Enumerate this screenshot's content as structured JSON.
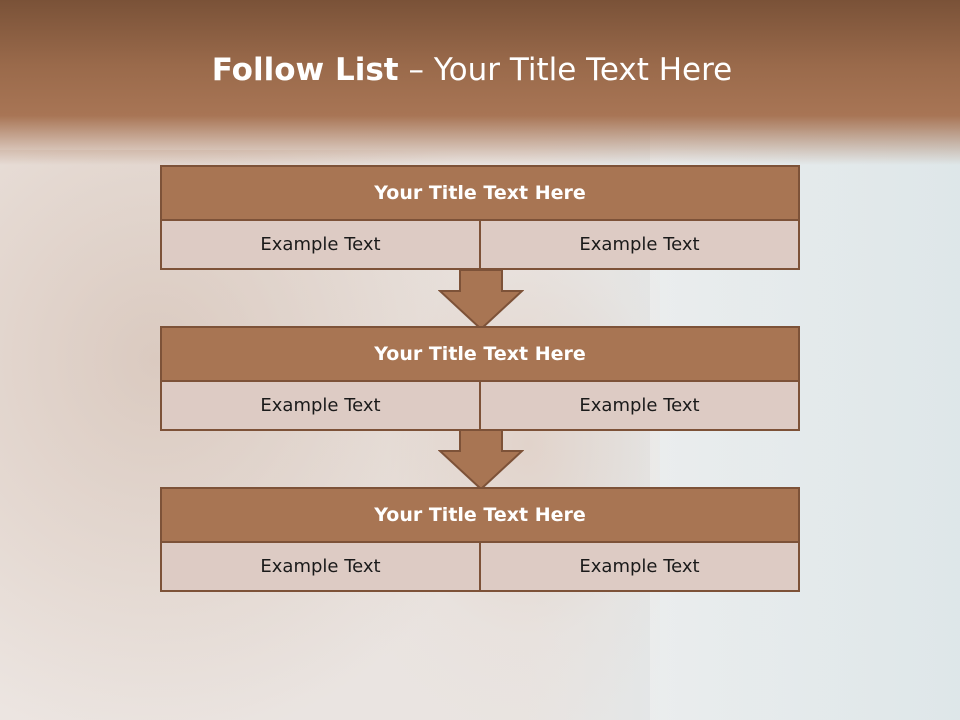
{
  "slide": {
    "title_bold": "Follow List",
    "title_rest": " – Your Title Text Here"
  },
  "blocks": [
    {
      "title": "Your Title Text Here",
      "left": "Example Text",
      "right": "Example Text"
    },
    {
      "title": "Your Title Text Here",
      "left": "Example Text",
      "right": "Example Text"
    },
    {
      "title": "Your Title Text Here",
      "left": "Example Text",
      "right": "Example Text"
    }
  ],
  "icons": [
    "down-arrow-icon",
    "down-arrow-icon"
  ],
  "colors": {
    "header": "#9a6a4b",
    "block_title": "#a87553",
    "block_border": "#7d5238",
    "cell_fill": "#ddcbc4"
  }
}
